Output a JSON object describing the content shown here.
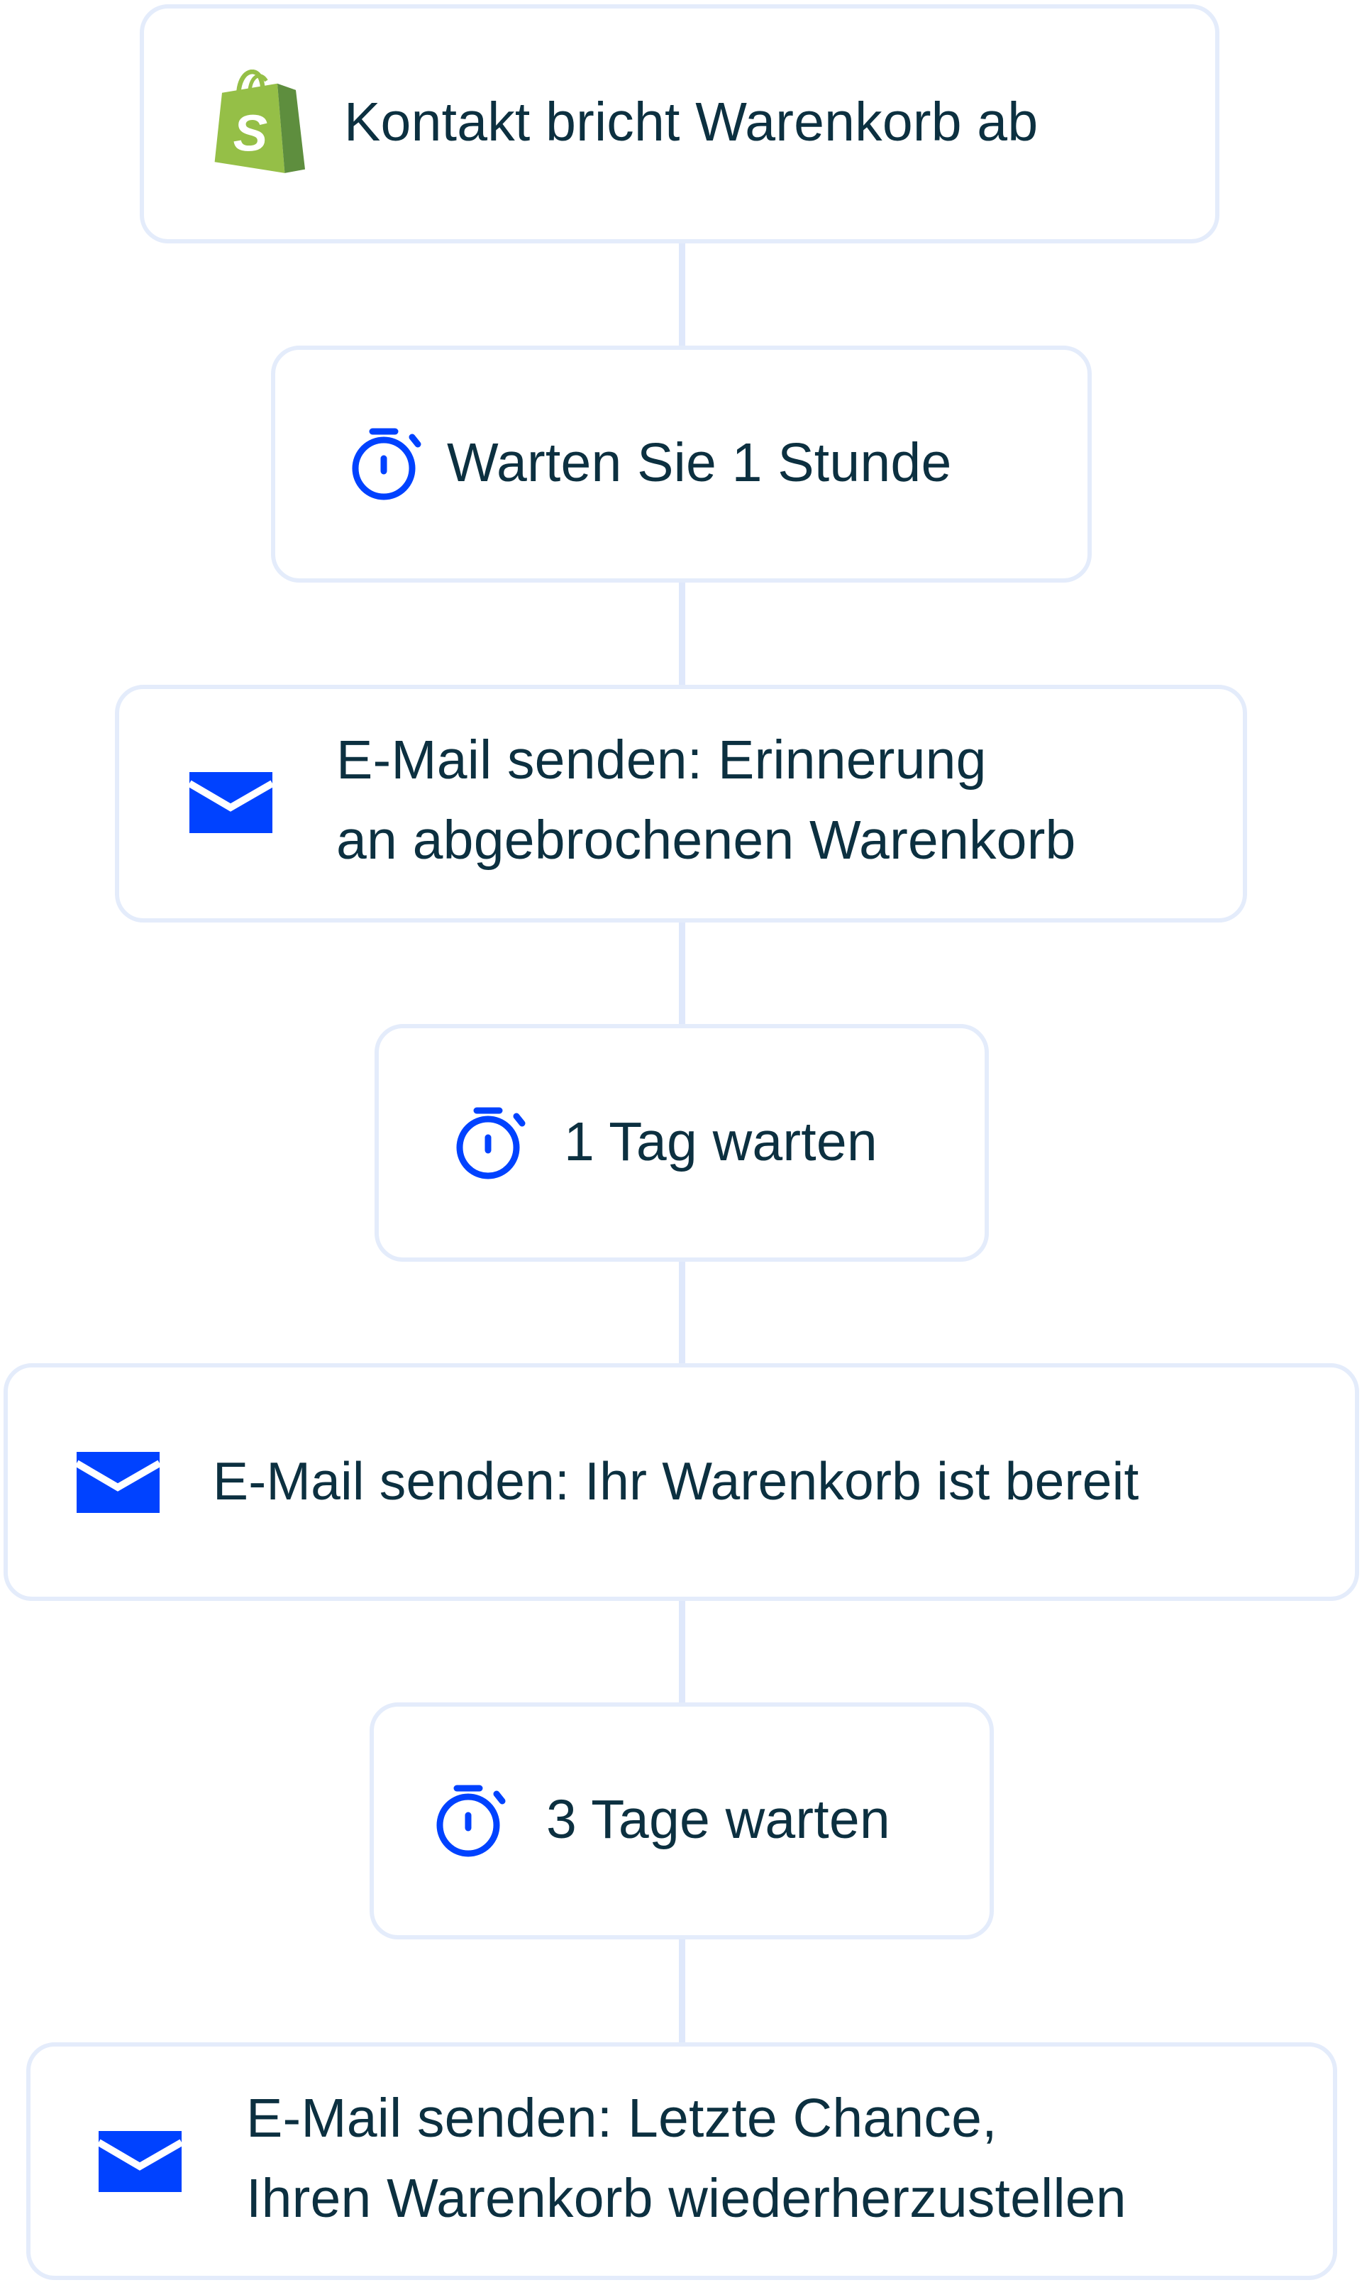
{
  "workflow": {
    "steps": [
      {
        "type": "trigger",
        "icon": "shopify-bag-icon",
        "label": "Kontakt bricht Warenkorb ab"
      },
      {
        "type": "wait",
        "icon": "stopwatch-icon",
        "label": "Warten Sie 1 Stunde"
      },
      {
        "type": "email",
        "icon": "envelope-icon",
        "line1": "E-Mail senden: Erinnerung",
        "line2": "an abgebrochenen Warenkorb"
      },
      {
        "type": "wait",
        "icon": "stopwatch-icon",
        "label": "1 Tag warten"
      },
      {
        "type": "email",
        "icon": "envelope-icon",
        "label": "E-Mail senden: Ihr Warenkorb ist bereit"
      },
      {
        "type": "wait",
        "icon": "stopwatch-icon",
        "label": "3 Tage warten"
      },
      {
        "type": "email",
        "icon": "envelope-icon",
        "line1": "E-Mail senden: Letzte Chance,",
        "line2": "Ihren Warenkorb wiederherzustellen"
      }
    ]
  },
  "colors": {
    "accent": "#0042ff",
    "text": "#0c3040",
    "border": "#e4ecfb",
    "shopify_light": "#95bf47",
    "shopify_dark": "#5e8e3e"
  }
}
